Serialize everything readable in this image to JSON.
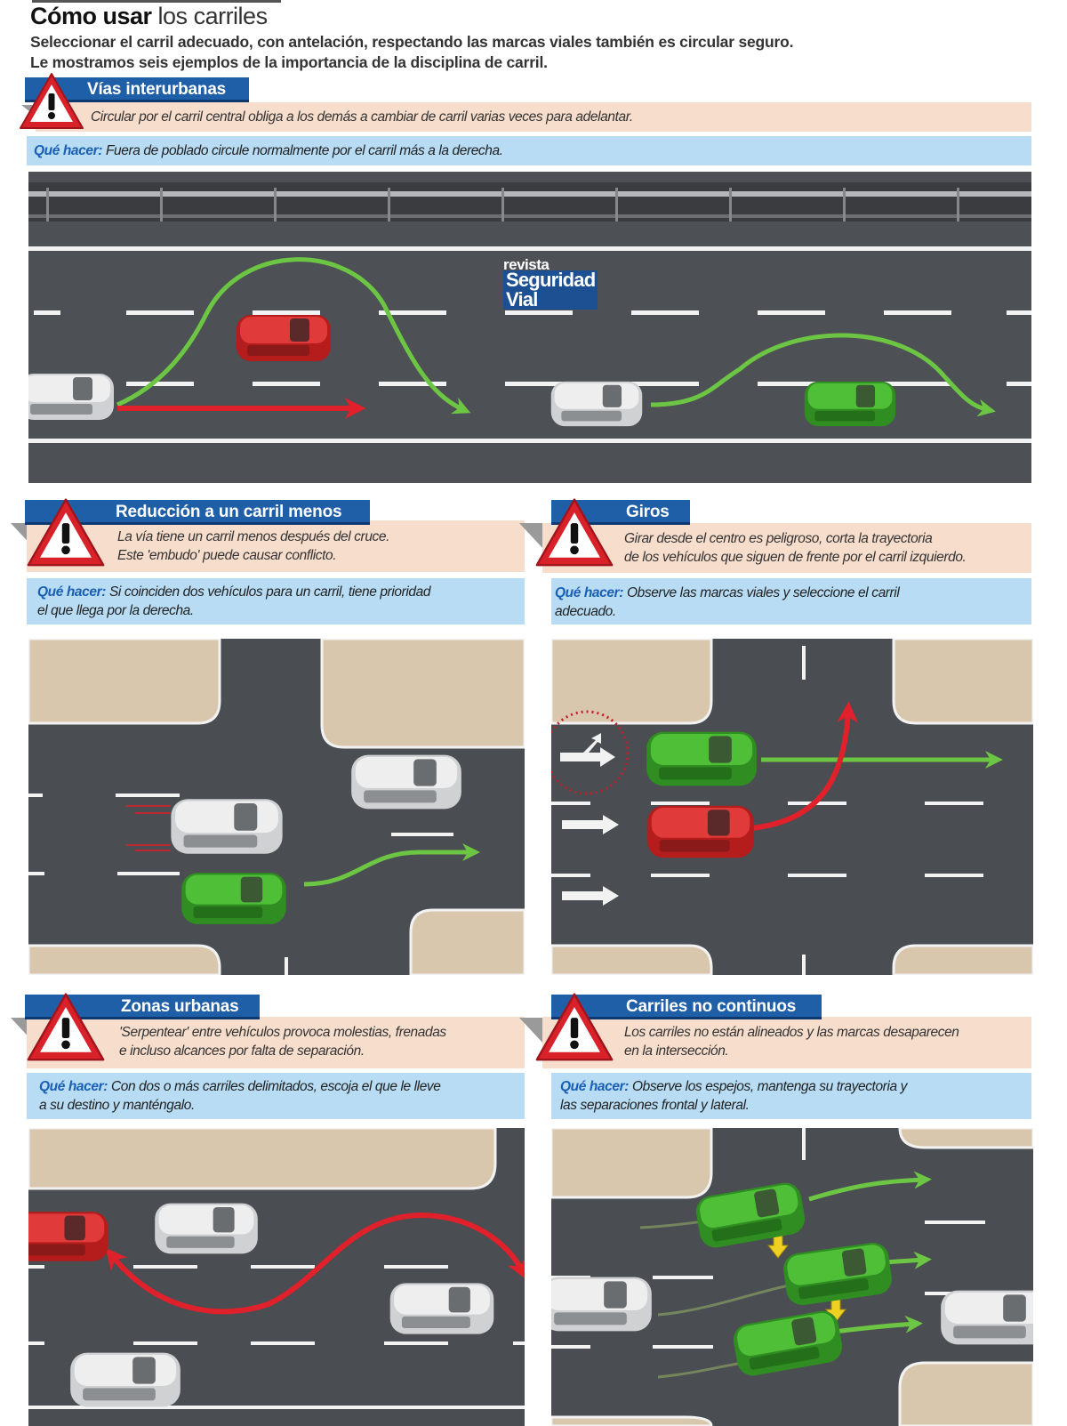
{
  "header": {
    "title_bold": "Cómo usar",
    "title_light": "los carriles",
    "subtitle_line1": "Seleccionar el carril adecuado, con antelación, respectando las marcas viales también es circular seguro.",
    "subtitle_line2": "Le mostramos seis ejemplos de la importancia de la disciplina de carril."
  },
  "what_to_do_label": "Qué hacer:",
  "colors": {
    "header_blue": "#1f5fa8",
    "warning_bg": "#f7ddcc",
    "todo_bg": "#b7dcf4",
    "asphalt": "#4a4d51",
    "sidewalk": "#d9c7ad",
    "car_red": "#d42a2a",
    "car_green": "#3fae2e",
    "car_white": "#d8d8d8",
    "arrow_green": "#6cc644",
    "arrow_red": "#e0202a",
    "gap_arrow_yellow": "#f0d020"
  },
  "logo": {
    "line1": "revista",
    "line2": "Seguridad Vial"
  },
  "sections": [
    {
      "title": "Vías interurbanas",
      "warning": "Circular por el carril central obliga a los demás a cambiar de carril varias veces para adelantar.",
      "what_to_do": "Fuera de poblado circule normalmente por el carril más  a la derecha."
    },
    {
      "title": "Reducción a un carril menos",
      "warning_line1": "La vía tiene un carril menos después del cruce.",
      "warning_line2": "Este 'embudo' puede causar conflicto.",
      "what_to_do_line1": "Si coinciden dos vehículos para un carril, tiene prioridad",
      "what_to_do_line2": "el que llega por la derecha."
    },
    {
      "title": "Giros",
      "warning_line1": "Girar desde el centro es peligroso, corta la trayectoria",
      "warning_line2": "de los vehículos que siguen de frente por el carril izquierdo.",
      "what_to_do_line1": "Observe las marcas viales y seleccione el carril",
      "what_to_do_line2": "adecuado."
    },
    {
      "title": "Zonas urbanas",
      "warning_line1": "'Serpentear' entre vehículos provoca molestias, frenadas",
      "warning_line2": "e incluso alcances por falta de separación.",
      "what_to_do_line1": "Con dos o más carriles delimitados, escoja el que le lleve",
      "what_to_do_line2": "a su destino y manténgalo."
    },
    {
      "title": "Carriles no continuos",
      "warning_line1": "Los carriles no están alineados y las marcas desaparecen",
      "warning_line2": "en la intersección.",
      "what_to_do_line1": "Observe los espejos, mantenga su trayectoria y",
      "what_to_do_line2": "las separaciones frontal y lateral."
    }
  ],
  "icons": {
    "warning": "warning-triangle-icon",
    "lane_arrow": "lane-direction-arrow-icon"
  }
}
